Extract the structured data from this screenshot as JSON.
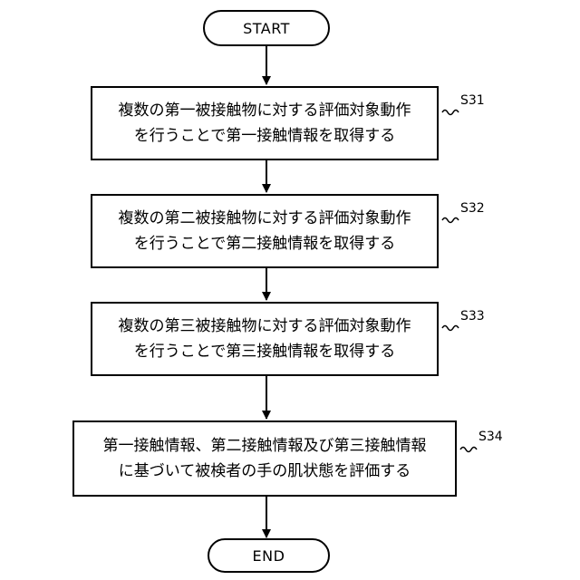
{
  "flowchart": {
    "start_label": "START",
    "end_label": "END",
    "steps": [
      {
        "id": "S31",
        "lines": [
          "複数の第一被接触物に対する評価対象動作",
          "を行うことで第一接触情報を取得する"
        ]
      },
      {
        "id": "S32",
        "lines": [
          "複数の第二被接触物に対する評価対象動作",
          "を行うことで第二接触情報を取得する"
        ]
      },
      {
        "id": "S33",
        "lines": [
          "複数の第三被接触物に対する評価対象動作",
          "を行うことで第三接触情報を取得する"
        ]
      },
      {
        "id": "S34",
        "lines": [
          "第一接触情報、第二接触情報及び第三接触情報",
          "に基づいて被検者の手の肌状態を評価する"
        ]
      }
    ]
  }
}
